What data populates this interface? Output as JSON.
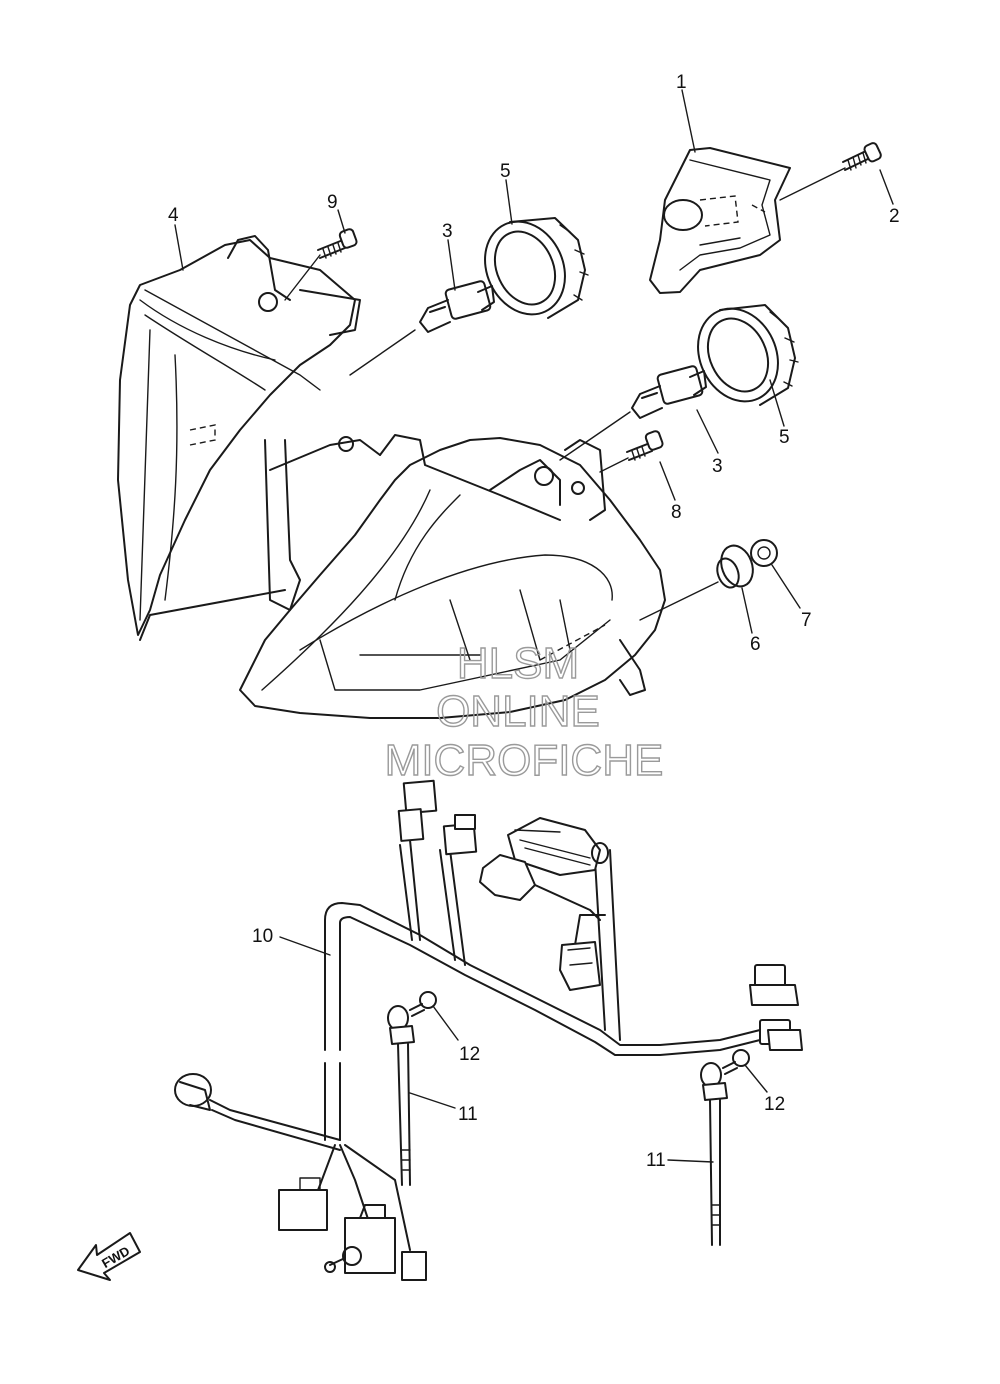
{
  "callouts": [
    {
      "id": "c1",
      "label": "1"
    },
    {
      "id": "c2",
      "label": "2"
    },
    {
      "id": "c3a",
      "label": "3"
    },
    {
      "id": "c3b",
      "label": "3"
    },
    {
      "id": "c4",
      "label": "4"
    },
    {
      "id": "c5a",
      "label": "5"
    },
    {
      "id": "c5b",
      "label": "5"
    },
    {
      "id": "c6",
      "label": "6"
    },
    {
      "id": "c7",
      "label": "7"
    },
    {
      "id": "c8",
      "label": "8"
    },
    {
      "id": "c9",
      "label": "9"
    },
    {
      "id": "c10",
      "label": "10"
    },
    {
      "id": "c11a",
      "label": "11"
    },
    {
      "id": "c11b",
      "label": "11"
    },
    {
      "id": "c12a",
      "label": "12"
    },
    {
      "id": "c12b",
      "label": "12"
    }
  ],
  "watermark": {
    "line1": "HLSM",
    "line2": "ONLINE",
    "line3": "MICROFICHE",
    "color": "#9a9a9a"
  },
  "direction_badge": {
    "label": "FWD",
    "icon": "fwd-arrow-icon"
  },
  "line_color": "#1a1a1a"
}
